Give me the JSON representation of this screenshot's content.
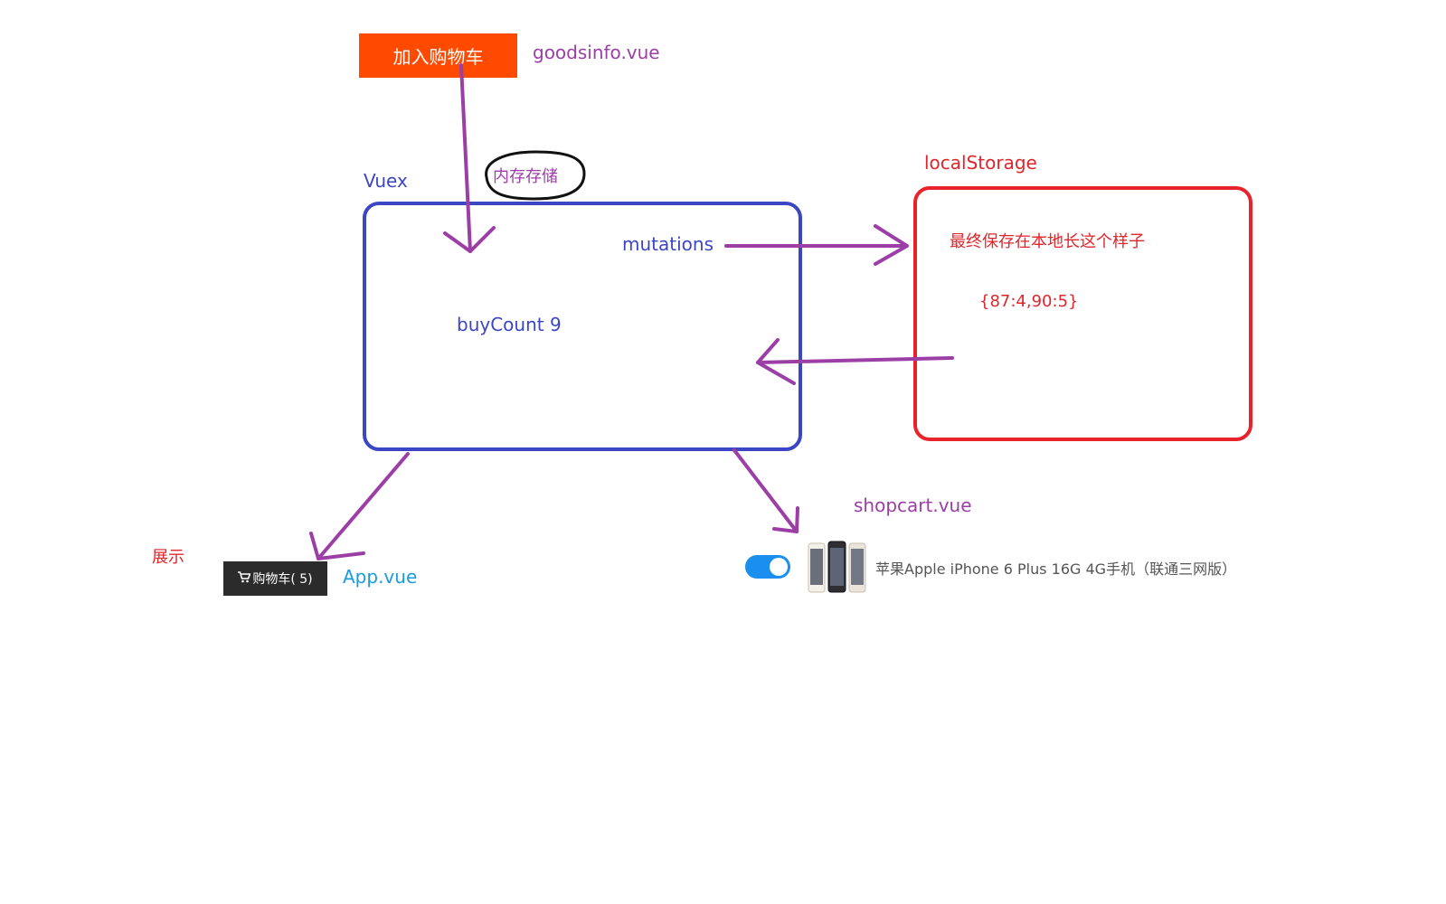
{
  "buttons": {
    "add_to_cart": "加入购物车"
  },
  "labels": {
    "goodsinfo": "goodsinfo.vue",
    "memory_note": "内存存储",
    "vuex": "Vuex",
    "mutations": "mutations",
    "buy_count": "buyCount  9",
    "local_storage": "localStorage",
    "final_saved": "最终保存在本地长这个样子",
    "storage_sample": "{87:4,90:5}",
    "display": "展示",
    "app_vue": "App.vue",
    "shopcart_vue": "shopcart.vue"
  },
  "cart_badge": {
    "text": "购物车( 5)",
    "icon": "cart-icon"
  },
  "product": {
    "name": "苹果Apple iPhone 6 Plus 16G 4G手机（联通三网版）",
    "switch_on": true
  },
  "colors": {
    "button": "#ff4a00",
    "vuex": "#3b46c4",
    "storage": "#e8232b",
    "arrow": "#9b3fa6",
    "app": "#1a9be0",
    "toggle": "#1a8ff0"
  }
}
